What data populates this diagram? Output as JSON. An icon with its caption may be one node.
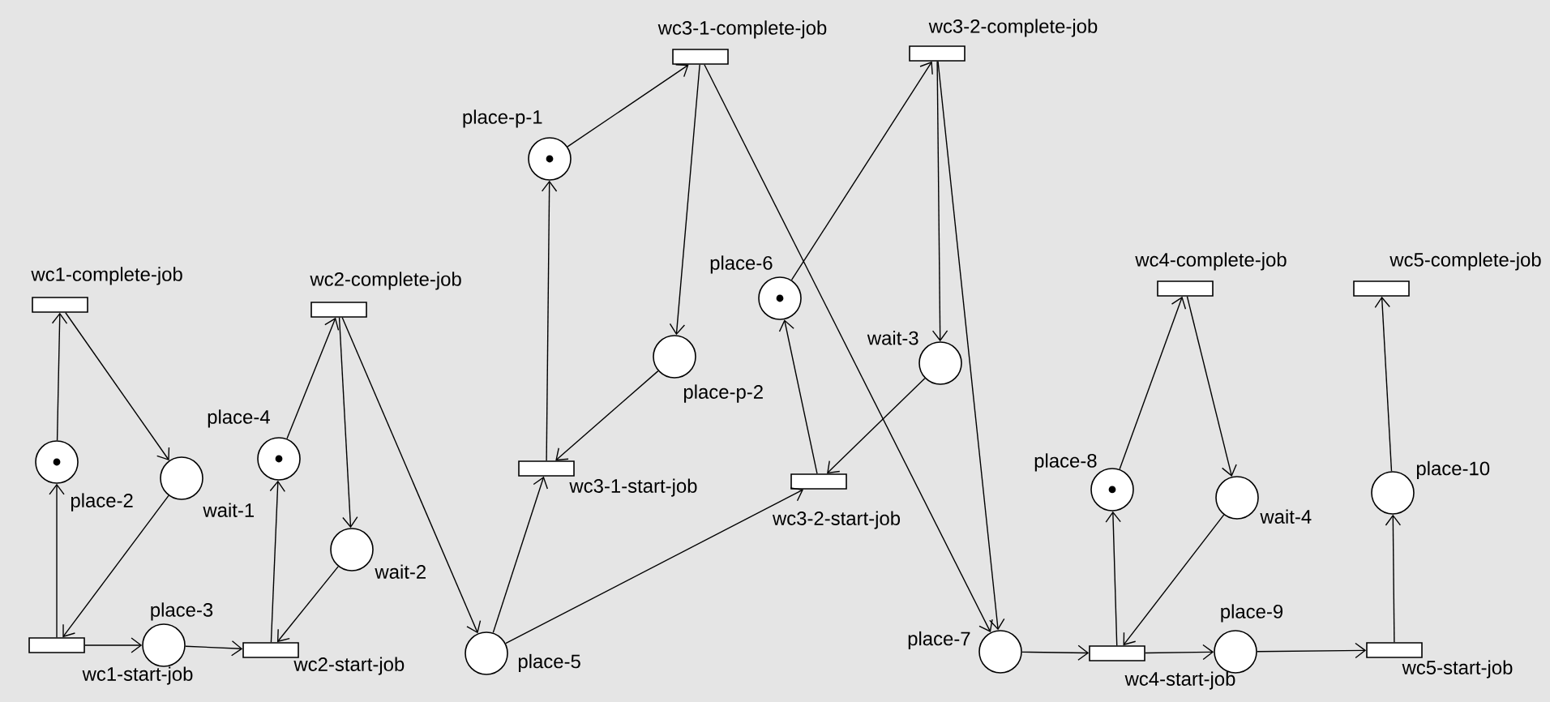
{
  "diagram": {
    "nodes": [
      {
        "text": [
          "wc1-complete-job"
        ]
      },
      {
        "text": [
          "wc2-complete-job"
        ]
      },
      {
        "text": [
          "wc3-1-complete-job"
        ]
      },
      {
        "text": [
          "wc3-2-complete-job"
        ]
      },
      {
        "text": [
          "wc4-complete-job"
        ]
      },
      {
        "text": [
          "wc5-complete-job"
        ]
      },
      {
        "text": [
          "wc1-start-job"
        ]
      },
      {
        "text": [
          "wc2-start-job"
        ]
      },
      {
        "text": [
          "wc3-1-start-job"
        ]
      },
      {
        "text": [
          "wc3-2-start-job"
        ]
      },
      {
        "text": [
          "wc4-start-job"
        ]
      },
      {
        "text": [
          "wc5-start-job"
        ]
      },
      {
        "text": [
          "place-2"
        ]
      },
      {
        "text": [
          "wait-1"
        ]
      },
      {
        "text": [
          "place-3"
        ]
      },
      {
        "text": [
          "place-4"
        ]
      },
      {
        "text": [
          "wait-2"
        ]
      },
      {
        "text": [
          "place-5"
        ]
      },
      {
        "text": [
          "place-p-1"
        ]
      },
      {
        "text": [
          "place-p-2"
        ]
      },
      {
        "text": [
          "place-6"
        ]
      },
      {
        "text": [
          "wait-3"
        ]
      },
      {
        "text": [
          "place-7"
        ]
      },
      {
        "text": [
          "place-8"
        ]
      },
      {
        "text": [
          "wait-4"
        ]
      },
      {
        "text": [
          "place-9"
        ]
      },
      {
        "text": [
          "place-10"
        ]
      }
    ],
    "edges": [
      {
        "from": 12,
        "to": 0,
        "arrow": "to"
      },
      {
        "from": 0,
        "to": 13,
        "arrow": "to"
      },
      {
        "from": 13,
        "to": 6,
        "arrow": "to"
      },
      {
        "from": 6,
        "to": 12,
        "arrow": "to"
      },
      {
        "from": 6,
        "to": 14,
        "arrow": "to"
      },
      {
        "from": 14,
        "to": 7,
        "arrow": "to"
      },
      {
        "from": 7,
        "to": 15,
        "arrow": "to"
      },
      {
        "from": 15,
        "to": 1,
        "arrow": "to"
      },
      {
        "from": 1,
        "to": 16,
        "arrow": "to"
      },
      {
        "from": 16,
        "to": 7,
        "arrow": "to"
      },
      {
        "from": 1,
        "to": 17,
        "arrow": "to"
      },
      {
        "from": 17,
        "to": 8,
        "arrow": "to"
      },
      {
        "from": 17,
        "to": 9,
        "arrow": "to"
      },
      {
        "from": 8,
        "to": 18,
        "arrow": "to"
      },
      {
        "from": 18,
        "to": 2,
        "arrow": "to"
      },
      {
        "from": 2,
        "to": 19,
        "arrow": "to"
      },
      {
        "from": 19,
        "to": 8,
        "arrow": "to"
      },
      {
        "from": 2,
        "to": 22,
        "arrow": "to"
      },
      {
        "from": 9,
        "to": 20,
        "arrow": "to"
      },
      {
        "from": 20,
        "to": 3,
        "arrow": "to"
      },
      {
        "from": 3,
        "to": 21,
        "arrow": "to"
      },
      {
        "from": 21,
        "to": 9,
        "arrow": "to"
      },
      {
        "from": 3,
        "to": 22,
        "arrow": "to"
      },
      {
        "from": 22,
        "to": 10,
        "arrow": "to"
      },
      {
        "from": 10,
        "to": 23,
        "arrow": "to"
      },
      {
        "from": 23,
        "to": 4,
        "arrow": "to"
      },
      {
        "from": 4,
        "to": 24,
        "arrow": "to"
      },
      {
        "from": 24,
        "to": 10,
        "arrow": "to"
      },
      {
        "from": 10,
        "to": 25,
        "arrow": "to"
      },
      {
        "from": 25,
        "to": 11,
        "arrow": "to"
      },
      {
        "from": 11,
        "to": 26,
        "arrow": "to"
      },
      {
        "from": 26,
        "to": 5,
        "arrow": "to"
      }
    ]
  }
}
